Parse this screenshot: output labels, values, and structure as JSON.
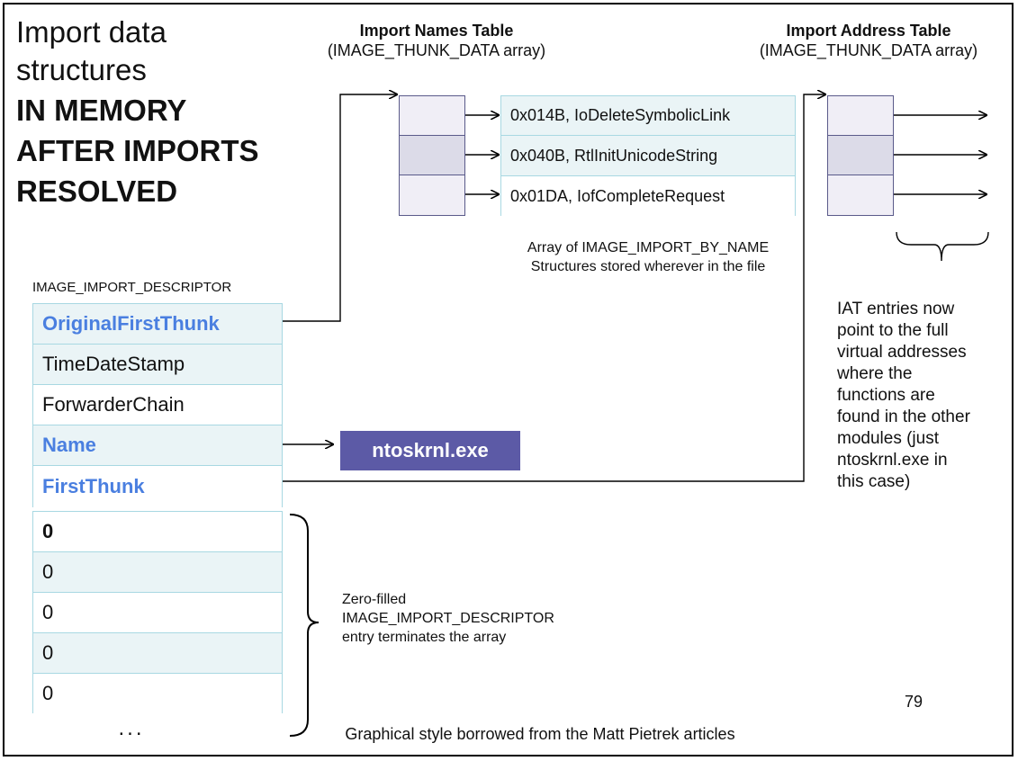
{
  "title": {
    "line1": "Import data",
    "line2": "structures",
    "line3": "IN MEMORY",
    "line4": "AFTER IMPORTS",
    "line5": "RESOLVED"
  },
  "int_header": {
    "title": "Import Names Table",
    "subtitle": "(IMAGE_THUNK_DATA array)"
  },
  "iat_header": {
    "title": "Import Address Table",
    "subtitle": "(IMAGE_THUNK_DATA array)"
  },
  "import_by_name": {
    "entries": [
      "0x014B, IoDeleteSymbolicLink",
      "0x040B, RtlInitUnicodeString",
      "0x01DA, IofCompleteRequest"
    ],
    "caption_line1": "Array of IMAGE_IMPORT_BY_NAME",
    "caption_line2": "Structures stored wherever in the file"
  },
  "descriptor": {
    "label": "IMAGE_IMPORT_DESCRIPTOR",
    "fields": [
      "OriginalFirstThunk",
      "TimeDateStamp",
      "ForwarderChain",
      "Name",
      "FirstThunk"
    ],
    "accent_color": "#4a7fe0"
  },
  "dll_name": {
    "text": "ntoskrnl.exe",
    "color": "#5c5aa6"
  },
  "zero_entry": {
    "values": [
      "0",
      "0",
      "0",
      "0",
      "0"
    ],
    "ellipsis": "...",
    "caption_line1": "Zero-filled",
    "caption_line2": "IMAGE_IMPORT_DESCRIPTOR",
    "caption_line3": "entry terminates the array"
  },
  "iat_note": {
    "lines": [
      "IAT entries now",
      "point to the full",
      "virtual addresses",
      "where the",
      "functions are",
      "found in the other",
      "modules (just",
      "ntoskrnl.exe in",
      "this case)"
    ]
  },
  "page_number": "79",
  "footer": "Graphical style borrowed from the Matt Pietrek articles"
}
